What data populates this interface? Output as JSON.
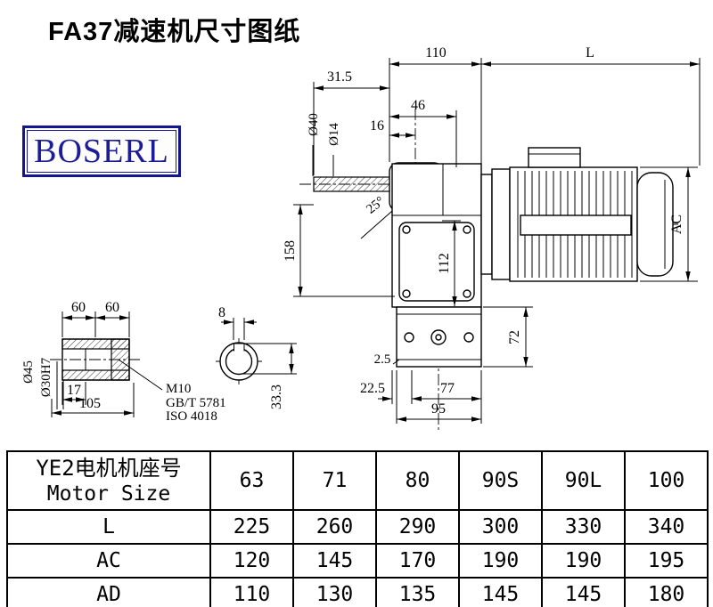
{
  "title": "FA37减速机尺寸图纸",
  "logo_text": "BOSERL",
  "drawing": {
    "dims": {
      "d110": "110",
      "L": "L",
      "d31_5": "31.5",
      "d46": "46",
      "d16": "16",
      "dia40": "Ø40",
      "dia14": "Ø14",
      "angle25": "25°",
      "d158": "158",
      "d112": "112",
      "AC": "AC",
      "d72": "72",
      "d2_5": "2.5",
      "d22_5": "22.5",
      "d77": "77",
      "d95": "95"
    },
    "shaft": {
      "d60a": "60",
      "d60b": "60",
      "d17": "17",
      "d105": "105",
      "dia45": "Ø45",
      "dia30": "Ø30H7",
      "m10": "M10",
      "gb": "GB/T 5781",
      "iso": "ISO 4018",
      "d8": "8",
      "d33_3": "33.3"
    }
  },
  "table": {
    "col0_line1": "YE2电机机座号",
    "col0_line2": "Motor Size",
    "sizes": [
      "63",
      "71",
      "80",
      "90S",
      "90L",
      "100"
    ],
    "rows": [
      {
        "label": "L",
        "values": [
          "225",
          "260",
          "290",
          "300",
          "330",
          "340"
        ]
      },
      {
        "label": "AC",
        "values": [
          "120",
          "145",
          "170",
          "190",
          "190",
          "195"
        ]
      },
      {
        "label": "AD",
        "values": [
          "110",
          "130",
          "135",
          "145",
          "145",
          "180"
        ]
      }
    ]
  }
}
